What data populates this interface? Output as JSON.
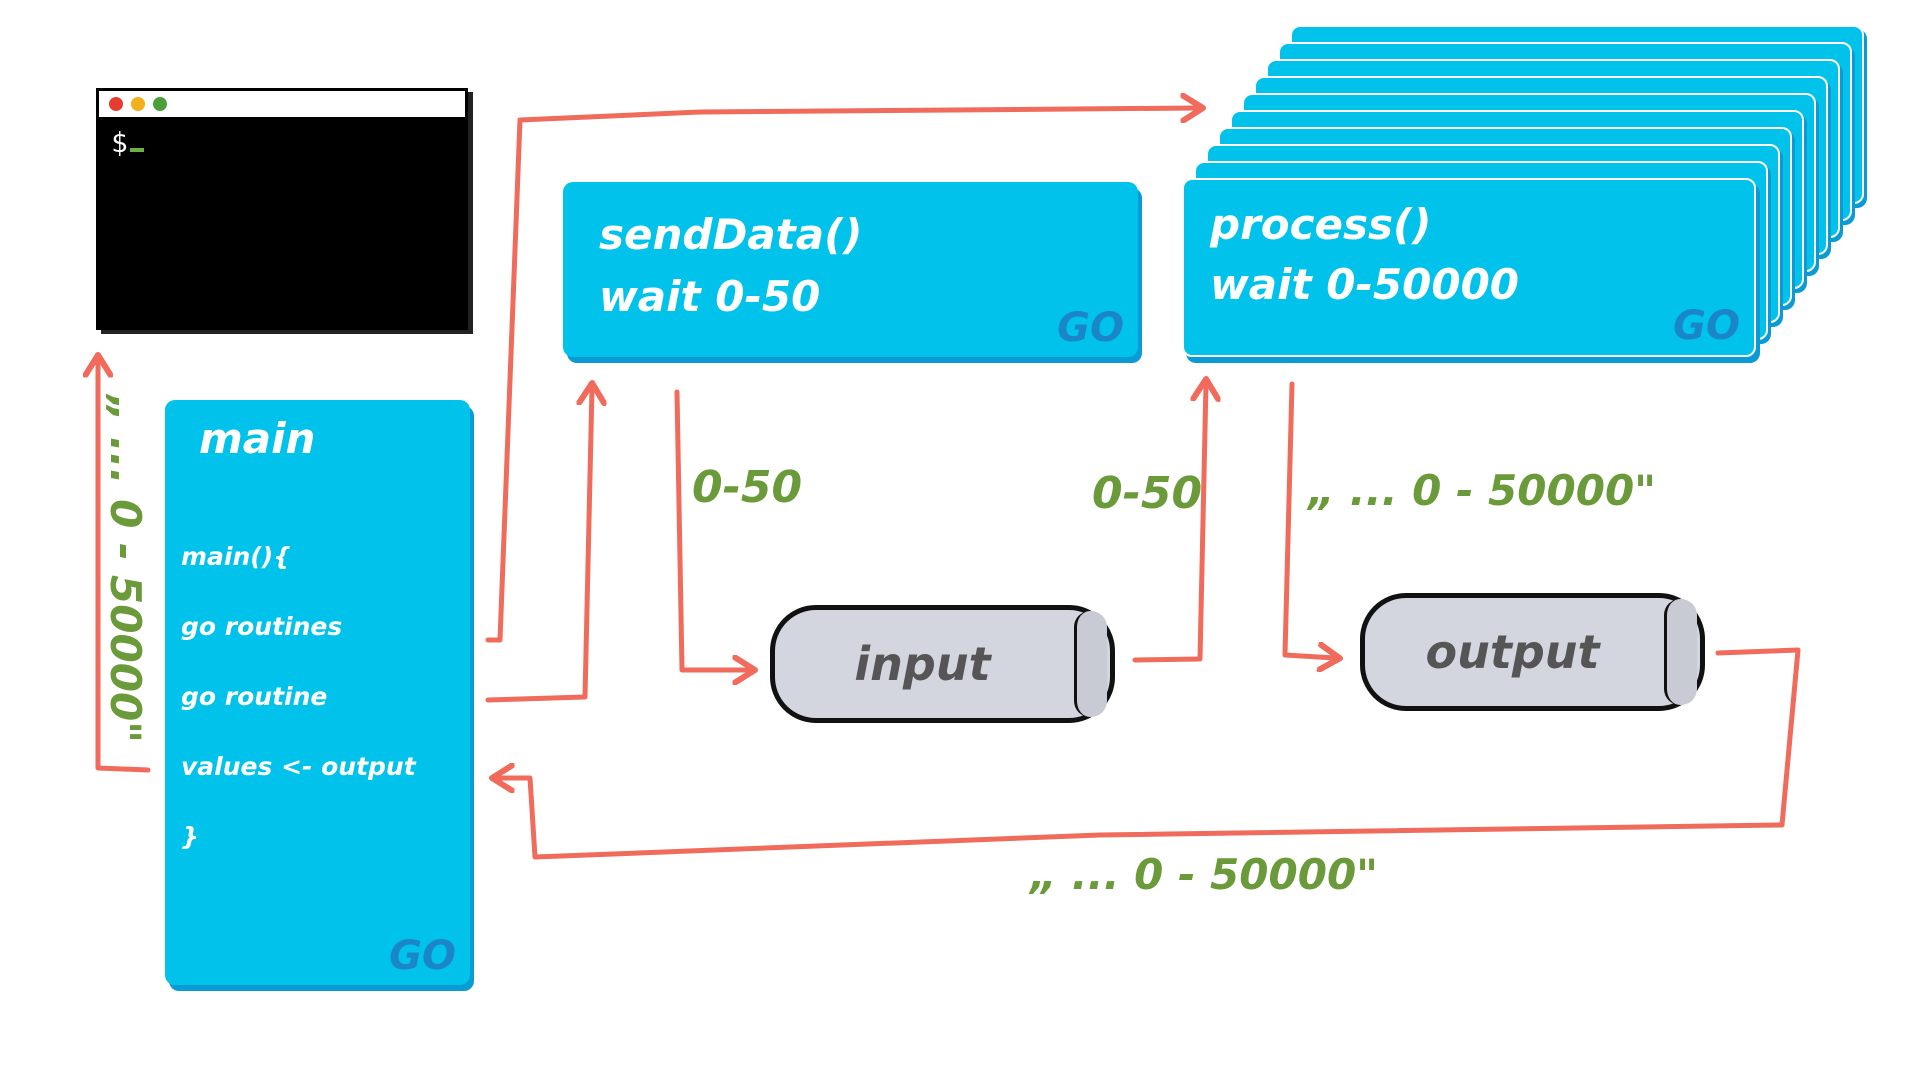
{
  "colors": {
    "card_fill": "#00c2eb",
    "card_shadow": "#0a9bd4",
    "go_badge": "#1a86c7",
    "arrow": "#f06b5b",
    "label_green": "#6a9a3a",
    "pipe_fill": "#d4d6df",
    "dot_red": "#e63c2e",
    "dot_yellow": "#f2b01e",
    "dot_green": "#4a9e3a"
  },
  "terminal": {
    "prompt": "$"
  },
  "main_card": {
    "title": "main",
    "code_lines": [
      "main(){",
      "go routines",
      "go routine",
      "values <- output",
      "}"
    ],
    "go_badge": "GO"
  },
  "send_card": {
    "title": "sendData()",
    "subtitle": "wait 0-50",
    "go_badge": "GO"
  },
  "process_card": {
    "title": "process()",
    "subtitle": "wait 0-50000",
    "go_badge": "GO"
  },
  "channels": {
    "input": "input",
    "output": "output"
  },
  "labels": {
    "send_to_input": "0-50",
    "input_to_process": "0-50",
    "process_to_output": "„ ... 0 - 50000\"",
    "output_to_main": "„ ... 0 - 50000\"",
    "main_to_terminal": "„ ... 0 - 50000\""
  }
}
